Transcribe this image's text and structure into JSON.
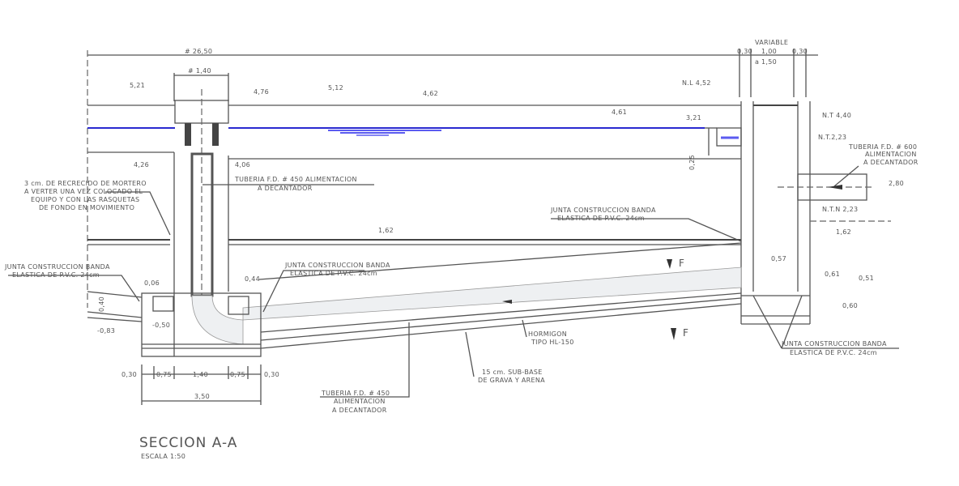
{
  "title": "SECCION A-A",
  "scale": "ESCALA 1:50",
  "dimensions": {
    "total_length": "# 26,50",
    "column_width": "# 1,40",
    "variable": "VARIABLE",
    "right_030a": "0,30",
    "right_100": "1,00",
    "right_030b": "0,30",
    "right_150": "a 1,50",
    "base_030a": "0,30",
    "base_075a": "0,75",
    "base_140": "1,40",
    "base_075b": "0,75",
    "base_030b": "0,30",
    "base_total": "3,50",
    "d_025": "0,25",
    "d_057": "0,57",
    "d_060": "0,60",
    "d_040": "0,40"
  },
  "levels": {
    "l521": "5,21",
    "l476": "4,76",
    "l512": "5,12",
    "l462": "4,62",
    "l426": "4,26",
    "l406": "4,06",
    "l461": "4,61",
    "l321": "3,21",
    "nl": "N.L 4,52",
    "nt": "N.T 4,40",
    "l280": "2,80",
    "ntn": "N.T.N 2,23",
    "l162a": "1,62",
    "l162b": "1,62",
    "l006": "0,06",
    "l044": "0,44",
    "l061": "0,61",
    "l051": "0,51",
    "lm050": "-0,50",
    "lm083": "-0,83"
  },
  "notes": {
    "mortar": [
      "3 cm. DE RECRECIDO DE MORTERO",
      "A VERTER UNA VEZ COLOCADO EL",
      "EQUIPO Y CON LAS RASQUETAS",
      "DE FONDO EN MOVIMIENTO"
    ],
    "pipe450_top": [
      "TUBERIA F.D. # 450 ALIMENTACION",
      "A DECANTADOR"
    ],
    "pipe600": [
      "TUBERIA F.D. # 600",
      "ALIMENTACION",
      "A DECANTADOR"
    ],
    "joint_center": [
      "JUNTA CONSTRUCCION BANDA",
      "ELASTICA DE P.V.C. 24cm"
    ],
    "joint_left": [
      "JUNTA CONSTRUCCION BANDA",
      "ELASTICA DE P.V.C. 24cm"
    ],
    "joint_mid": [
      "JUNTA CONSTRUCCION BANDA",
      "ELASTICA DE P.V.C. 24cm"
    ],
    "joint_right": [
      "JUNTA CONSTRUCCION BANDA",
      "ELASTICA DE P.V.C. 24cm"
    ],
    "concrete": [
      "HORMIGON",
      "TIPO HL-150"
    ],
    "subbase": [
      "15 cm. SUB-BASE",
      "DE GRAVA Y ARENA"
    ],
    "pipe450_bottom": [
      "TUBERIA F.D. # 450",
      "ALIMENTACION",
      "A DECANTADOR"
    ],
    "force": "F",
    "force2": "F",
    "small_nt": "N.T.2,23"
  },
  "colors": {
    "water": "#2a2ad0",
    "lines": "#555555"
  }
}
